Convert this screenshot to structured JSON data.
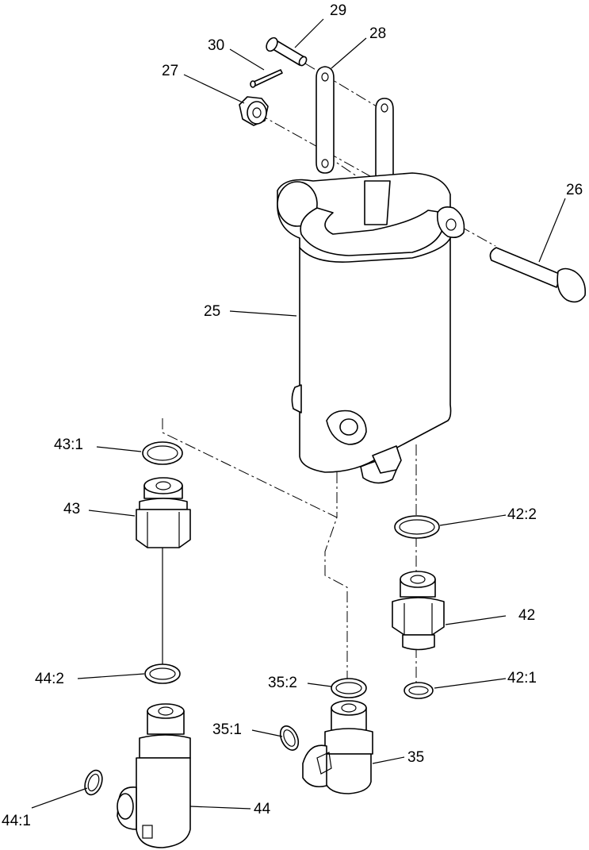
{
  "callouts": {
    "p25": "25",
    "p26": "26",
    "p27": "27",
    "p28": "28",
    "p29": "29",
    "p30": "30",
    "p35": "35",
    "p35_1": "35:1",
    "p35_2": "35:2",
    "p42": "42",
    "p42_1": "42:1",
    "p42_2": "42:2",
    "p43": "43",
    "p43_1": "43:1",
    "p44": "44",
    "p44_1": "44:1",
    "p44_2": "44:2"
  }
}
